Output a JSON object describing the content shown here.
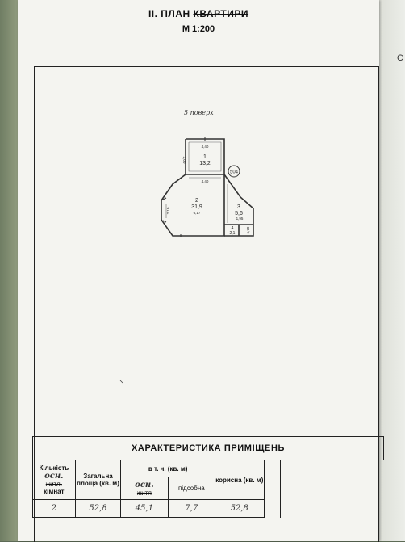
{
  "header": {
    "title_prefix": "ІІ. ПЛАН",
    "title_struck": "КВАРТИРИ",
    "scale": "М 1:200"
  },
  "plan": {
    "floor_label": "5 поверх",
    "stamp_number": "504",
    "rooms": [
      {
        "number": "1",
        "area": "13,2"
      },
      {
        "number": "2",
        "area": "31,9"
      },
      {
        "number": "3",
        "area": "5,6"
      },
      {
        "number": "4",
        "area": "2,1"
      }
    ],
    "dimensions": [
      "4,40",
      "3,00",
      "4,40",
      "6,17",
      "2,10",
      "1,95",
      "5,70"
    ]
  },
  "table": {
    "title": "ХАРАКТЕРИСТИКА ПРИМІЩЕНЬ",
    "col_rooms_1": "Кількість",
    "col_rooms_struck": "житл.",
    "col_rooms_2": "кімнат",
    "col_rooms_hand": "осн.",
    "col_total": "Загальна площа (кв. м)",
    "col_group": "в т. ч. (кв. м)",
    "col_living_hand": "осн.",
    "col_living_struck": "житл",
    "col_aux": "підсобна",
    "col_useful": "корисна (кв. м)",
    "row": {
      "rooms": "2",
      "total": "52,8",
      "living": "45,1",
      "aux": "7,7",
      "useful": "52,8"
    }
  },
  "background": {
    "right_edge_letter": "С"
  }
}
